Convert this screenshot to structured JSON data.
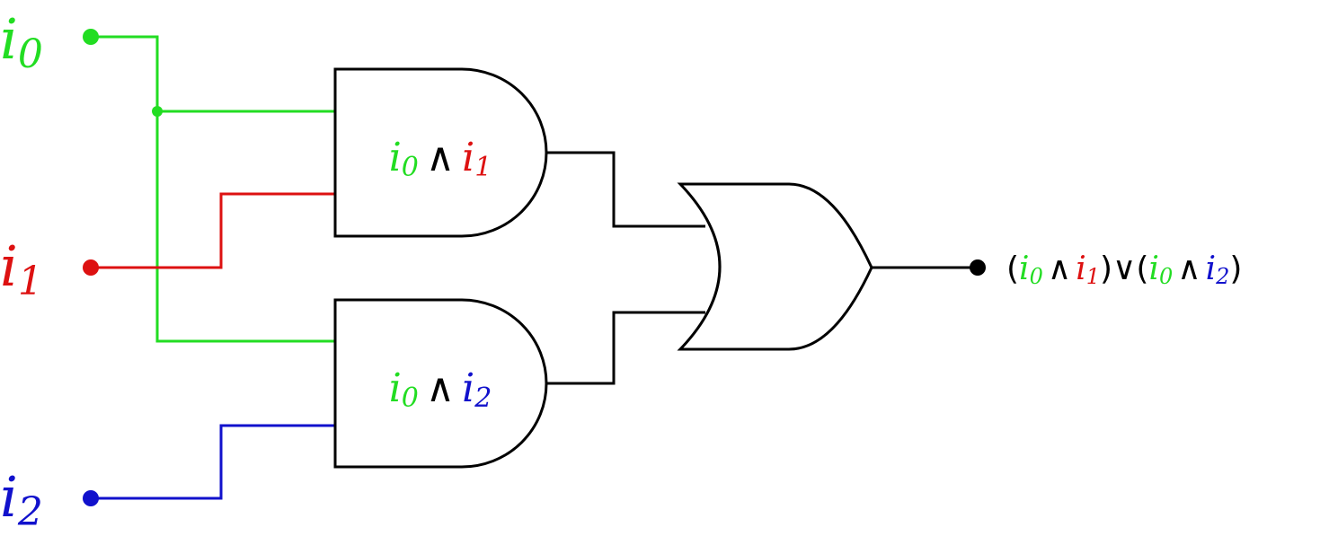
{
  "colors": {
    "i0": "#22dd22",
    "i1": "#dd1111",
    "i2": "#1111cc",
    "wire": "#000000"
  },
  "inputs": [
    {
      "letter": "i",
      "sub": "0"
    },
    {
      "letter": "i",
      "sub": "1"
    },
    {
      "letter": "i",
      "sub": "2"
    }
  ],
  "operators": {
    "and": "∧",
    "or": "∨",
    "open_paren": "(",
    "close_paren": ")"
  },
  "gates": {
    "and_top": {
      "type": "AND"
    },
    "and_bottom": {
      "type": "AND"
    },
    "or_gate": {
      "type": "OR"
    }
  }
}
